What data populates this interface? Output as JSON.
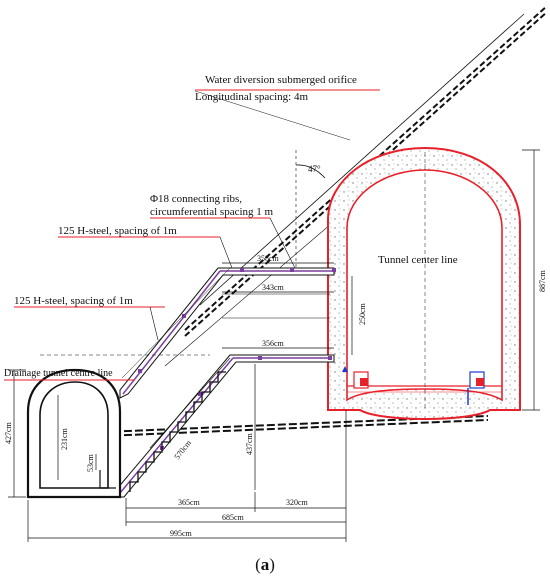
{
  "labels": {
    "orifice_line1": "Water diversion submerged orifice",
    "orifice_line2": "Longitudinal spacing: 4m",
    "angle": "47°",
    "ribs_line1": "Φ18 connecting ribs,",
    "ribs_line2": "circumferential spacing 1 m",
    "hsteel_upper": "125 H-steel, spacing of 1m",
    "hsteel_lower": "125 H-steel, spacing of 1m",
    "tunnel_center": "Tunnel center line",
    "drainage_center": "Drainage tunnel centre line"
  },
  "dimensions": {
    "d358": "358cm",
    "d343": "343cm",
    "d356": "356cm",
    "d250": "250cm",
    "d887": "887cm",
    "d427": "427cm",
    "d437": "437cm",
    "d231": "231cm",
    "d53": "53cm",
    "d570": "570cm",
    "d365": "365cm",
    "d320": "320cm",
    "d685": "685cm",
    "d995": "995cm"
  },
  "caption": {
    "open": "(",
    "letter": "a",
    "close": ")"
  },
  "colors": {
    "lining": "#e8202a",
    "steel": "#7b3fa0",
    "ink": "#111111",
    "bolt_blue": "#1a3cd6"
  }
}
